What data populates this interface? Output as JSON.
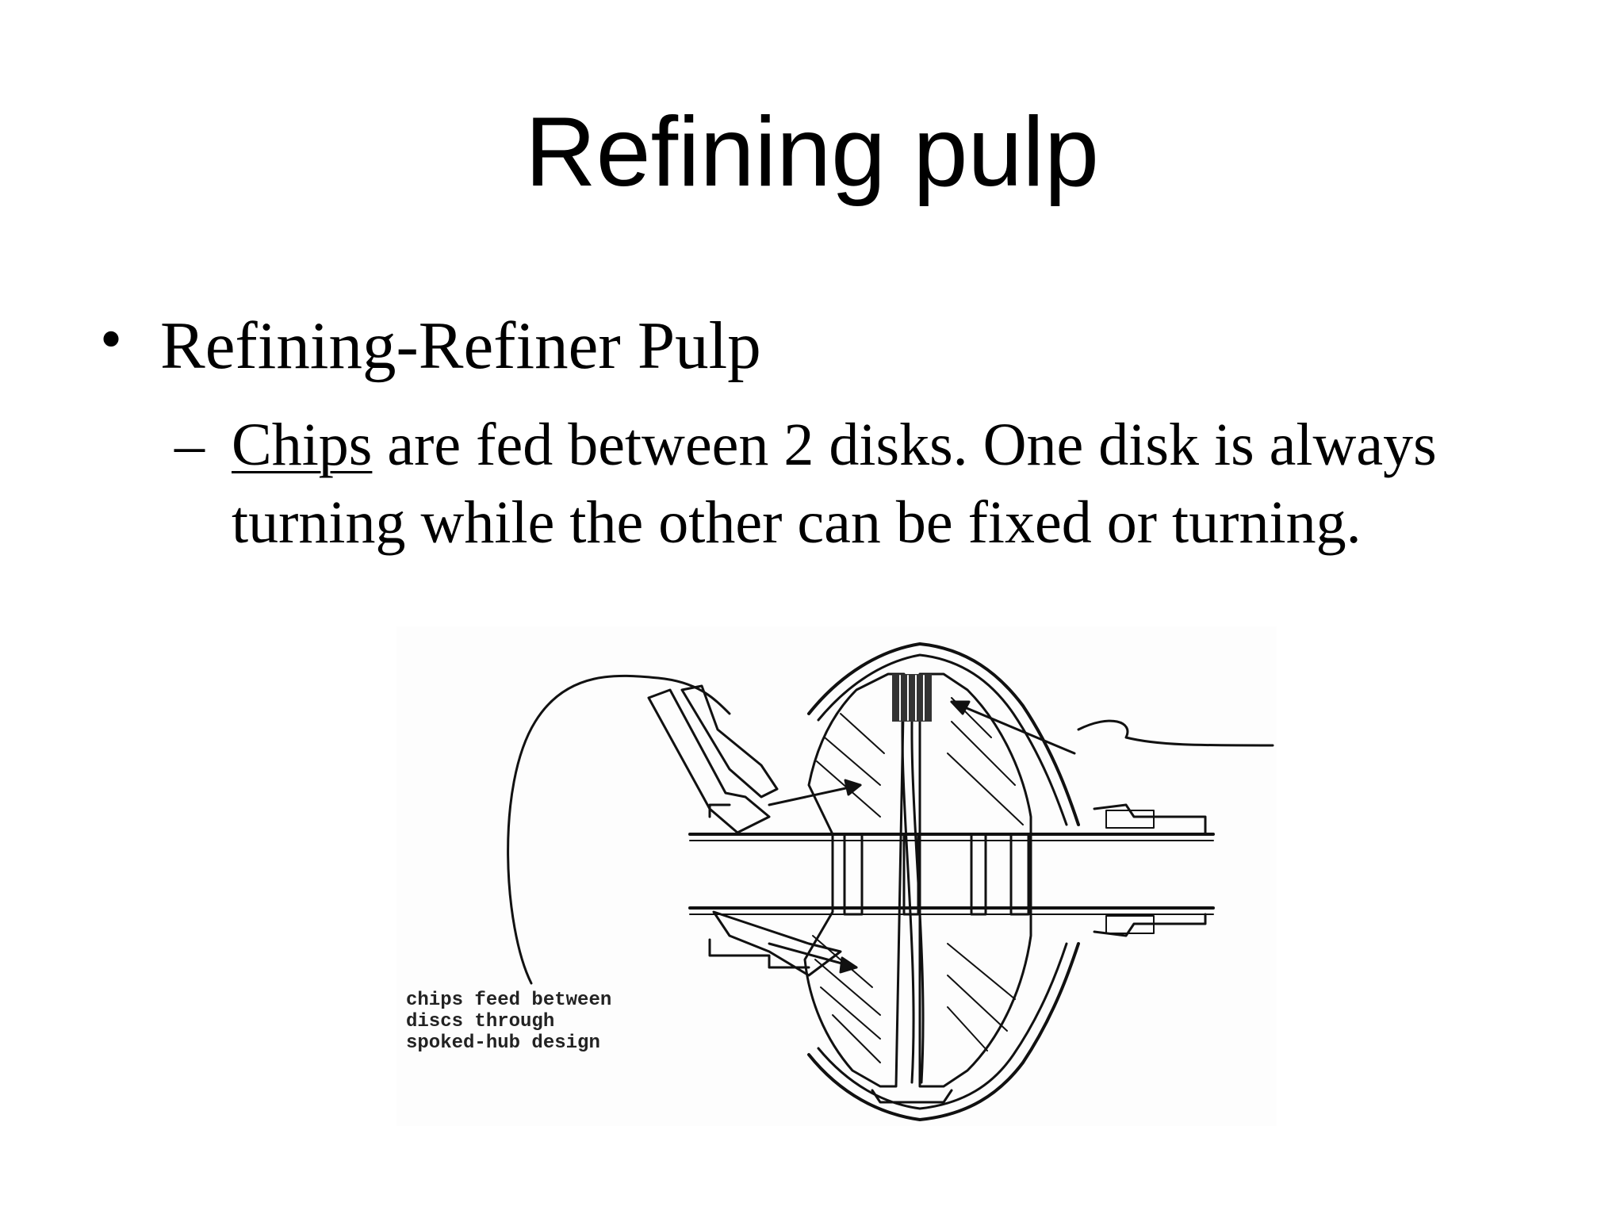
{
  "slide": {
    "title": "Refining pulp",
    "bullet": {
      "marker": "•",
      "text": "Refining-Refiner Pulp"
    },
    "sub_bullet": {
      "marker": "–",
      "underlined_word": "Chips",
      "line1_rest": " are fed between 2 disks.  One disk is always",
      "line2": "turning while the other can be fixed or turning."
    },
    "figure": {
      "label_lines": [
        "chips feed between",
        "discs through",
        "spoked-hub design"
      ]
    }
  }
}
